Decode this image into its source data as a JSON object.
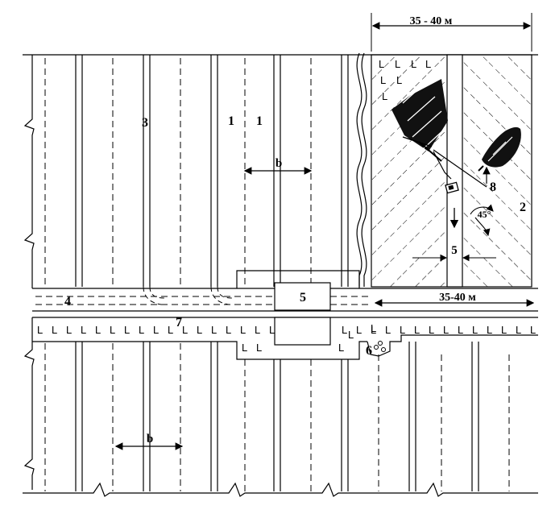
{
  "labels": {
    "dim_top": "35 - 40 м",
    "dim_mid": "35-40 м",
    "b_top": "b",
    "b_bottom": "b",
    "n1a": "1",
    "n1b": "1",
    "n2": "2",
    "n3": "3",
    "n4": "4",
    "n5_box": "5",
    "n5_strip": "5",
    "n6": "6",
    "n7": "7",
    "n8": "8",
    "angle": "45°",
    "brush_glyph": "L"
  },
  "colors": {
    "ink": "#000000",
    "paper": "#ffffff"
  }
}
